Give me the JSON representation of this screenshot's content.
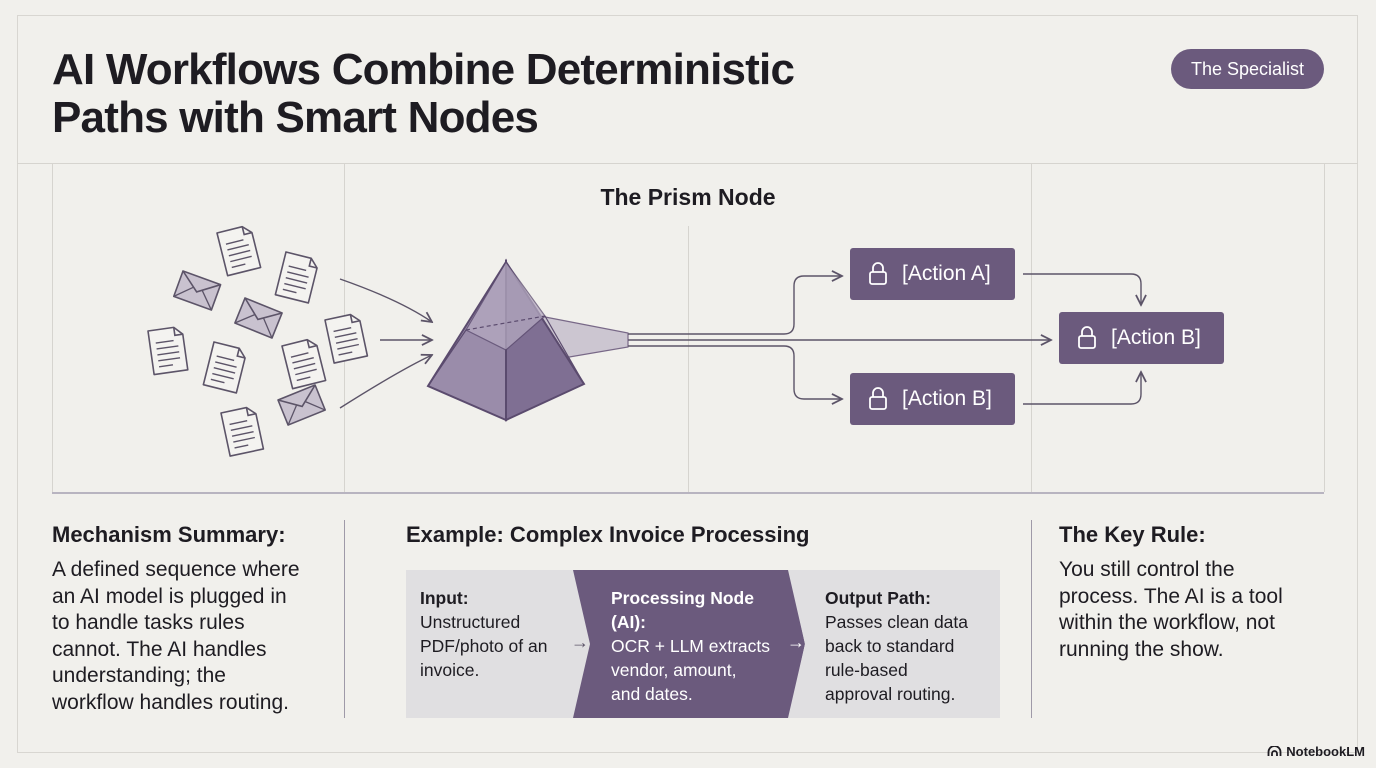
{
  "title": {
    "line1": "AI Workflows Combine Deterministic",
    "line2": "Paths with Smart Nodes"
  },
  "badge": "The Specialist",
  "diagram": {
    "heading": "The Prism Node",
    "actions": {
      "a": "[Action A]",
      "b_lower": "[Action B]",
      "b_right": "[Action B]"
    }
  },
  "mechanism": {
    "heading": "Mechanism Summary:",
    "lines": [
      "A defined sequence where",
      "an AI model is plugged in",
      "to handle tasks rules",
      "cannot. The AI handles",
      "understanding; the",
      "workflow handles routing."
    ]
  },
  "example": {
    "heading": "Example: Complex Invoice Processing",
    "steps": [
      {
        "title": "Input:",
        "lines": [
          "Unstructured",
          "PDF/photo of an",
          "invoice."
        ]
      },
      {
        "title_lines": [
          "Processing Node",
          "(AI):"
        ],
        "lines": [
          "OCR + LLM extracts",
          "vendor, amount,",
          "and dates."
        ]
      },
      {
        "title": "Output Path:",
        "lines": [
          "Passes clean data",
          "back to standard",
          "rule-based",
          "approval routing."
        ]
      }
    ],
    "arrow": "→"
  },
  "key_rule": {
    "heading": "The Key Rule:",
    "lines": [
      "You still control the",
      "process. The AI is a tool",
      "within the workflow, not",
      "running the show."
    ]
  },
  "brand": "NotebookLM",
  "colors": {
    "background": "#f1f0ec",
    "accent": "#6b5a7d",
    "chevron_light": "#e0dfe1",
    "text": "#1e1c22"
  },
  "icons": [
    "document-icon",
    "envelope-icon",
    "prism-icon",
    "lock-icon",
    "notebooklm-logo-icon"
  ]
}
